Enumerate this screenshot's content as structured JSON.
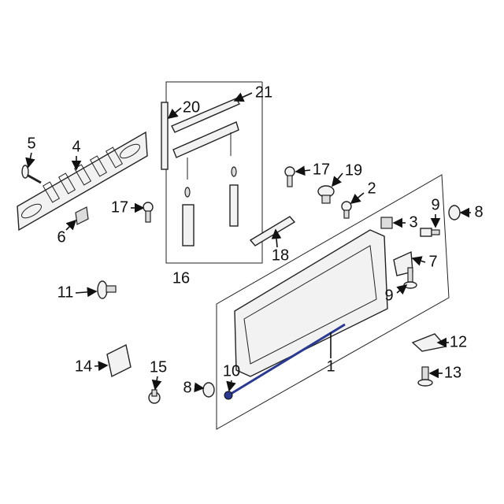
{
  "diagram": {
    "title": "Tailgate components exploded view",
    "highlight_color": "#2b3a8f",
    "callouts": {
      "c1": "1",
      "c2": "2",
      "c3": "3",
      "c4": "4",
      "c5": "5",
      "c6": "6",
      "c7": "7",
      "c8a": "8",
      "c8b": "8",
      "c9a": "9",
      "c9b": "9",
      "c10": "10",
      "c11": "11",
      "c12": "12",
      "c13": "13",
      "c14": "14",
      "c15": "15",
      "c16": "16",
      "c17a": "17",
      "c17b": "17",
      "c18": "18",
      "c19": "19",
      "c20": "20",
      "c21": "21"
    }
  }
}
